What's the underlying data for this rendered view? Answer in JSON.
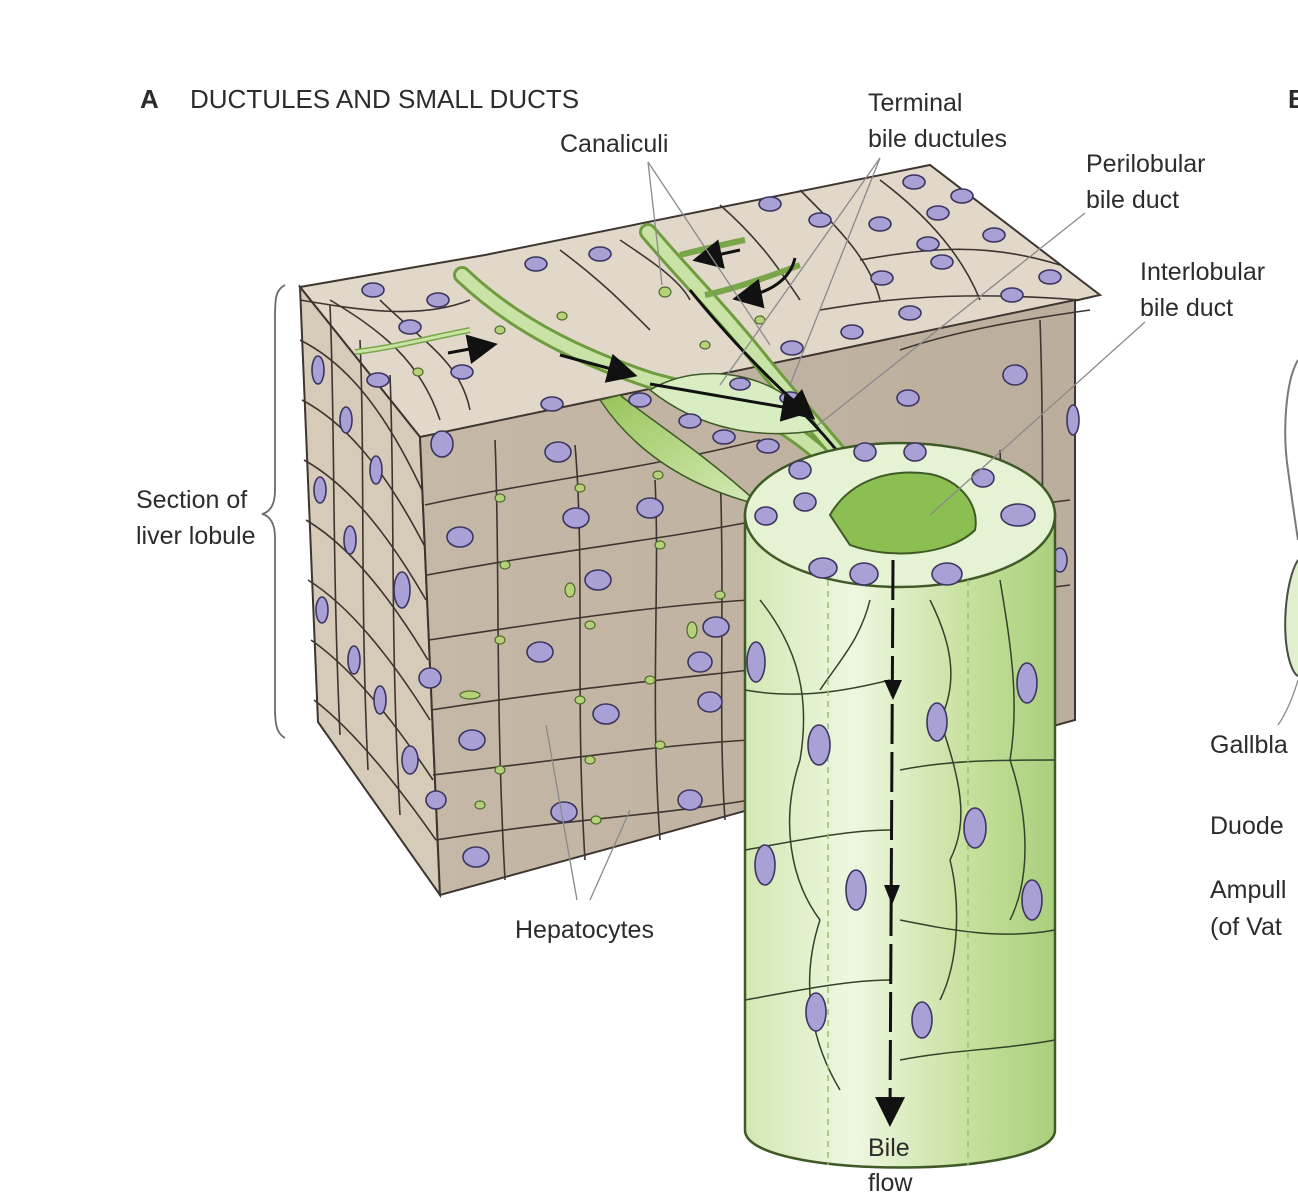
{
  "panel_letter": "A",
  "panel_title": "DUCTULES AND SMALL DUCTS",
  "labels": {
    "canaliculi": "Canaliculi",
    "terminal_1": "Terminal",
    "terminal_2": "bile ductules",
    "perilobular_1": "Perilobular",
    "perilobular_2": "bile duct",
    "interlobular_1": "Interlobular",
    "interlobular_2": "bile duct",
    "section_1": "Section of",
    "section_2": "liver lobule",
    "hepatocytes": "Hepatocytes",
    "bile_1": "Bile",
    "bile_2": "flow"
  },
  "clipped_panel": {
    "letter": "B",
    "labels": [
      "Gallbla",
      "Duode",
      "Ampull",
      "(of Vat"
    ]
  },
  "colors": {
    "hepatocyte_tan": "#c9bcaa",
    "duct_green": "#c9e3a6",
    "nucleus_lavender": "#a9a0d6",
    "canaliculus_green": "#b5d27a"
  }
}
